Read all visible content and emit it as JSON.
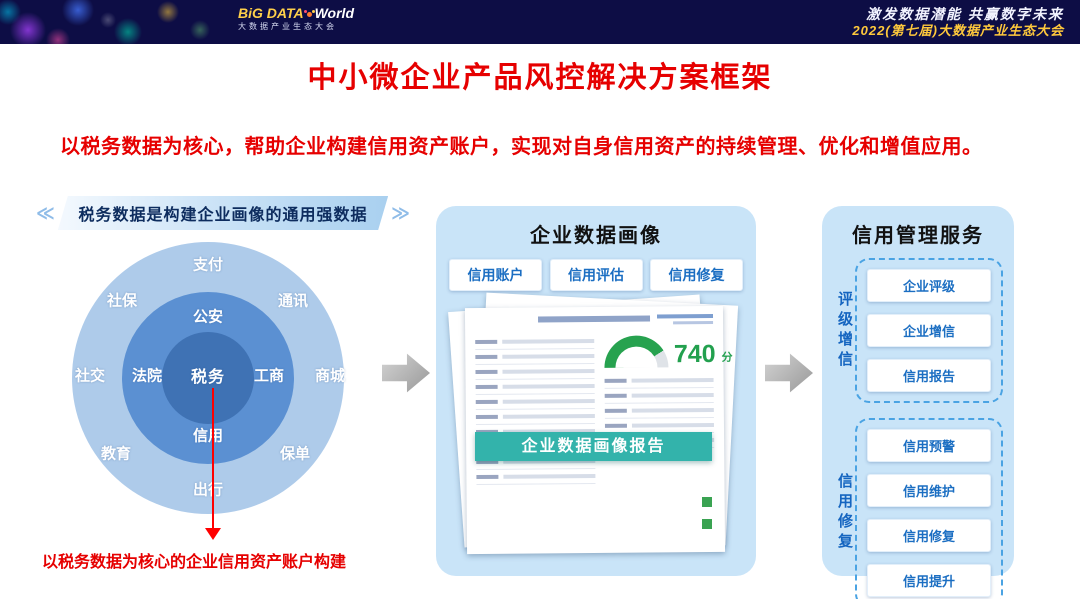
{
  "colors": {
    "accent_red": "#e60000",
    "header_navy": "#0d0d45",
    "panel_blue": "#c9e4f8",
    "button_text_blue": "#1b6ec2",
    "dashed_border_blue": "#4aa3e3",
    "ring_outer_blue": "#aecbea",
    "ring_mid_blue": "#5b90d2",
    "ring_center_blue": "#3f72b4",
    "report_teal": "#33b3ab",
    "score_green": "#22a04e",
    "event_gold": "#ffc93c"
  },
  "header": {
    "logo_main": "BiG DATA",
    "logo_world": "World",
    "logo_sub": "大数据产业生态大会",
    "slogan": "激发数据潜能  共赢数字未来",
    "event": "2022(第七届)大数据产业生态大会"
  },
  "title": "中小微企业产品风控解决方案框架",
  "subtitle": "以税务数据为核心，帮助企业构建信用资产账户，实现对自身信用资产的持续管理、优化和增值应用。",
  "left": {
    "banner": "税务数据是构建企业画像的通用强数据",
    "outer_labels": [
      "支付",
      "社保",
      "通讯",
      "社交",
      "商城",
      "教育",
      "保单",
      "出行"
    ],
    "mid_labels": [
      "公安",
      "法院",
      "工商",
      "信用"
    ],
    "center_label": "税务",
    "caption": "以税务数据为核心的企业信用资产账户构建"
  },
  "middle": {
    "title": "企业数据画像",
    "buttons": [
      "信用账户",
      "信用评估",
      "信用修复"
    ],
    "score": "740",
    "score_unit": "分",
    "report_banner": "企业数据画像报告"
  },
  "right": {
    "title": "信用管理服务",
    "groups": [
      {
        "label": "评级增信",
        "items": [
          "企业评级",
          "企业增信",
          "信用报告"
        ]
      },
      {
        "label": "信用修复",
        "items": [
          "信用预警",
          "信用维护",
          "信用修复",
          "信用提升"
        ]
      }
    ]
  }
}
